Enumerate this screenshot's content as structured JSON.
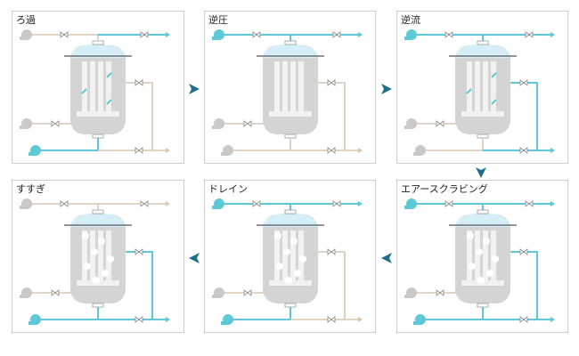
{
  "steps": [
    {
      "title": "ろ過",
      "active": {
        "top_left": false,
        "top_right": true,
        "bottom_left": true,
        "bottom_right": false,
        "outlet_right": false,
        "inner_arrows": "up"
      }
    },
    {
      "title": "逆圧",
      "active": {
        "top_left": true,
        "top_right": false,
        "bottom_left": false,
        "bottom_right": false,
        "outlet_right": false,
        "inner_arrows": "none"
      }
    },
    {
      "title": "逆流",
      "active": {
        "top_left": true,
        "top_right": false,
        "bottom_left": false,
        "bottom_right": false,
        "outlet_right": true,
        "inner_arrows": "down"
      }
    },
    {
      "title": "エアースクラビング",
      "active": {
        "top_left": true,
        "top_right": false,
        "bottom_left": true,
        "bottom_right": false,
        "outlet_right": true,
        "inner_arrows": "bubbles"
      }
    },
    {
      "title": "ドレイン",
      "active": {
        "top_left": true,
        "top_right": false,
        "bottom_left": true,
        "bottom_right": false,
        "outlet_right": false,
        "inner_arrows": "bubbles"
      }
    },
    {
      "title": "すすぎ",
      "active": {
        "top_left": false,
        "top_right": false,
        "bottom_left": true,
        "bottom_right": false,
        "outlet_right": true,
        "inner_arrows": "bubbles",
        "extra_bottom_pump": true
      }
    }
  ],
  "colors": {
    "active_line": "#5ec8d6",
    "inactive_line": "#d7c7b3",
    "vessel": "#d4d4d4",
    "dome": "#d6eef8",
    "arrow": "#1b6f8c"
  }
}
